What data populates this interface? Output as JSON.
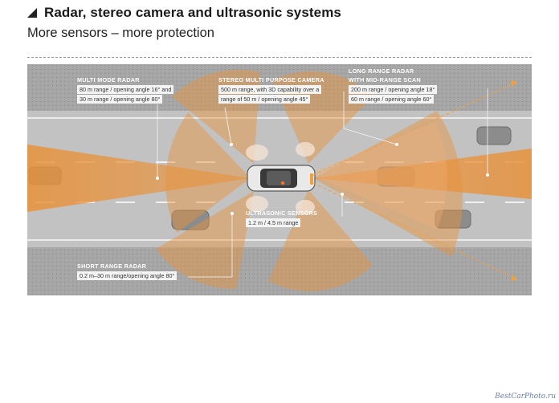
{
  "header": {
    "title": "Radar, stereo camera and ultrasonic systems",
    "subtitle": "More sensors – more protection"
  },
  "labels": {
    "multi_mode": {
      "heading": "MULTI MODE RADAR",
      "line1": "80 m range / opening angle 16° and",
      "line2": "30 m range / opening angle 80°"
    },
    "camera": {
      "heading": "STEREO MULTI PURPOSE CAMERA",
      "line1": "500 m range, with 3D capability over a",
      "line2": "range of 50 m / opening angle 45°"
    },
    "long_range": {
      "heading1": "LONG RANGE RADAR",
      "heading2": "WITH MID-RANGE SCAN",
      "line1": "200 m range / opening angle 18°",
      "line2": "60 m range / opening angle 60°"
    },
    "ultrasonic": {
      "heading": "ULTRASONIC SENSORS",
      "line1": "1.2 m / 4.5 m range"
    },
    "short_range": {
      "heading": "SHORT RANGE RADAR",
      "line1": "0.2 m–30 m range/opening angle 80°"
    }
  },
  "watermark": "BestCarPhoto.ru",
  "colors": {
    "road": "#bdbdbd",
    "shoulder": "#a9a9a9",
    "sensor": "#e8923a",
    "arrow": "#f0a040"
  }
}
